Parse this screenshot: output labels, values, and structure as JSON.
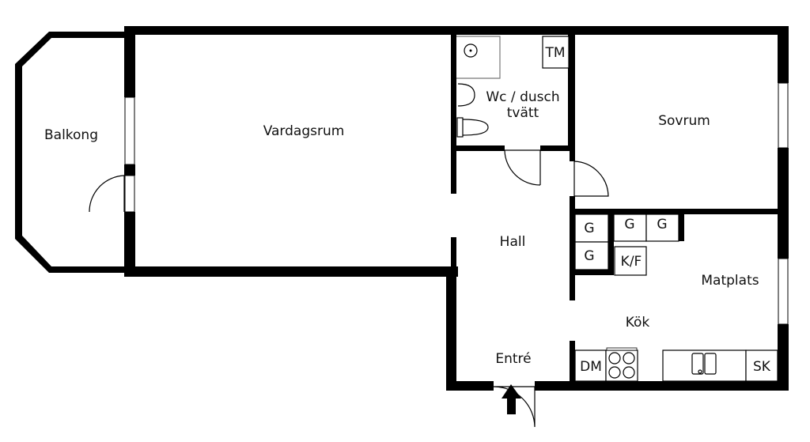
{
  "rooms": {
    "balkong": "Balkong",
    "vardagsrum": "Vardagsrum",
    "wc_line1": "Wc / dusch",
    "wc_line2": "tvätt",
    "sovrum": "Sovrum",
    "hall": "Hall",
    "matplats": "Matplats",
    "kok": "Kök",
    "entre": "Entré"
  },
  "fixtures": {
    "tm": "TM",
    "g": "G",
    "kf": "K/F",
    "dm": "DM",
    "sk": "SK"
  }
}
